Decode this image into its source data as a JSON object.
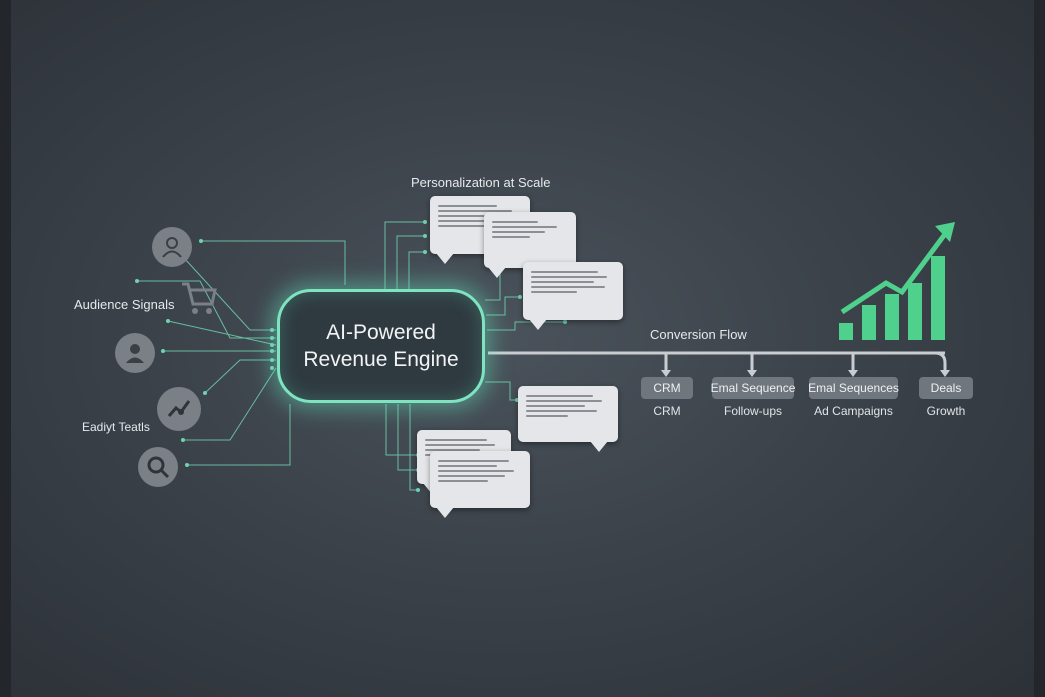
{
  "title": "Personalization at Scale",
  "engine": {
    "line1": "AI-Powered",
    "line2": "Revenue Engine"
  },
  "left_labels": {
    "audience": "Audience Signals",
    "intent": "Eadiyt Teatls"
  },
  "flow_label": "Conversion Flow",
  "stages": [
    {
      "pill": "CRM",
      "caption": "CRM"
    },
    {
      "pill": "Emal Sequence",
      "caption": "Follow-ups"
    },
    {
      "pill": "Emal Sequences",
      "caption": "Ad Campaigns"
    },
    {
      "pill": "Deals",
      "caption": "Growth"
    }
  ],
  "icons": [
    "user-icon",
    "cart-icon",
    "profile-icon",
    "chart-icon",
    "search-icon"
  ],
  "colors": {
    "accent": "#7fe3c2",
    "bars": "#4fd08c",
    "node": "#6fd2b0"
  },
  "growth_bars": [
    0.2,
    0.42,
    0.55,
    0.68,
    1.0
  ]
}
